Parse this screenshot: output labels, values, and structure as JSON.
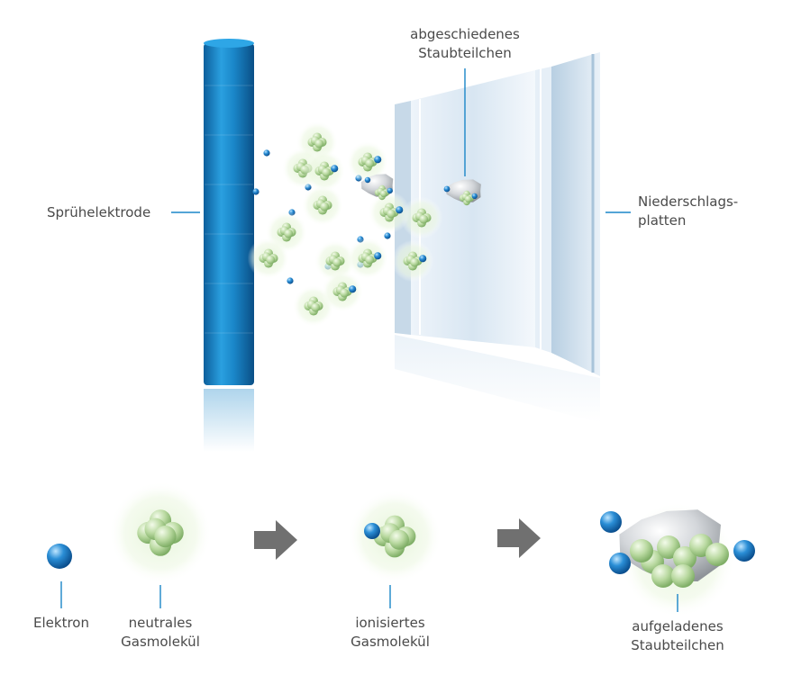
{
  "labels": {
    "spray_electrode": "Sprühelektrode",
    "collecting_plates": "Niederschlags-\nplatten",
    "deposited_dust": "abgeschiedenes\nStaubteilchen",
    "electron": "Elektron",
    "neutral_gas": "neutrales\nGasmolekül",
    "ionized_gas": "ionisiertes\nGasmolekül",
    "charged_dust": "aufgeladenes\nStaubteilchen"
  },
  "colors": {
    "electrode_blue": "#1a86c8",
    "electron_blue": "#1f7fc6",
    "molecule_green": "#b9d9a0",
    "dust_grey": "#c9ccd0",
    "plate_blue": "#dde9f4",
    "arrow_grey": "#707070",
    "leader_line": "#1a86c8",
    "text": "#4a4a4a"
  }
}
